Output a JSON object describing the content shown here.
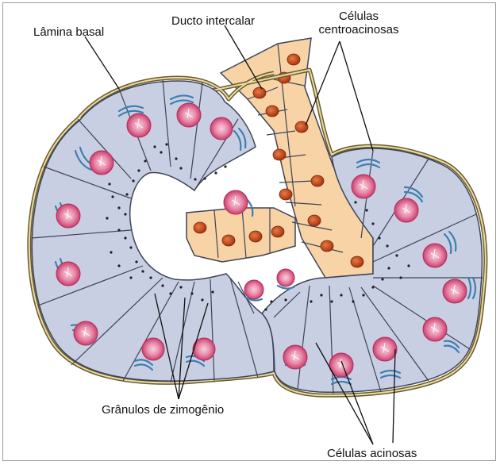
{
  "labels": {
    "lamina_basal": "Lâmina basal",
    "ducto_intercalar": "Ducto intercalar",
    "celulas_centroacinosas_line1": "Células",
    "celulas_centroacinosas_line2": "centroacinosas",
    "granulos_zimogenio": "Grânulos de zimogênio",
    "celulas_acinosas": "Células acinosas"
  },
  "colors": {
    "acinar_cell": "#c9cfe3",
    "acinar_outline": "#3e4458",
    "basal_lamina_outer": "#6b5a2c",
    "basal_lamina_inner": "#e9dca5",
    "nucleus": "#d64a78",
    "nucleus_light": "#f3c6d6",
    "rough_er": "#3d7fb0",
    "duct_cell": "#f7d3a6",
    "duct_nucleus": "#c9471c",
    "granule": "#1e1e2a"
  }
}
